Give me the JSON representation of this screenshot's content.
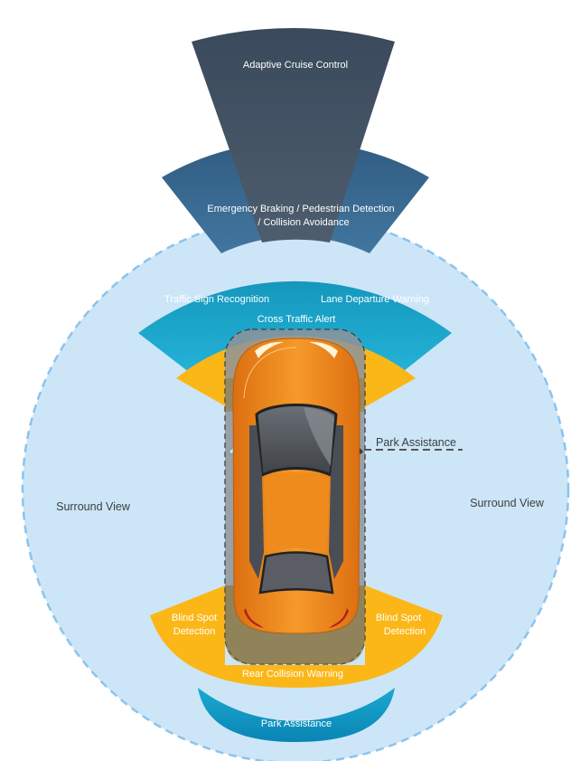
{
  "zones": {
    "adaptive_cruise": "Adaptive Cruise Control",
    "emergency_line1": "Emergency Braking / Pedestrian Detection",
    "emergency_line2": "/ Collision Avoidance",
    "traffic_sign": "Traffic Sign Recognition",
    "lane_departure": "Lane Departure Warning",
    "cross_traffic": "Cross Traffic Alert",
    "park_assist_side": "Park Assistance",
    "surround_left": "Surround View",
    "surround_right": "Surround View",
    "blind_spot_left_line1": "Blind Spot",
    "blind_spot_left_line2": "Detection",
    "blind_spot_right_line1": "Blind Spot",
    "blind_spot_right_line2": "Detection",
    "rear_collision": "Rear Collision Warning",
    "park_assist_rear": "Park Assistance"
  },
  "colors": {
    "surround": "#cce6f8",
    "surround_border": "#8cc3ec",
    "adaptive_cruise": "#3f4f5f",
    "emergency": "#3a6d96",
    "front_sensors": "#1aa9cf",
    "cross_traffic": "#fbb718",
    "park_zone": "#8e939a",
    "car_body": "#f08a1d",
    "rear_park": "#0d95c2"
  }
}
